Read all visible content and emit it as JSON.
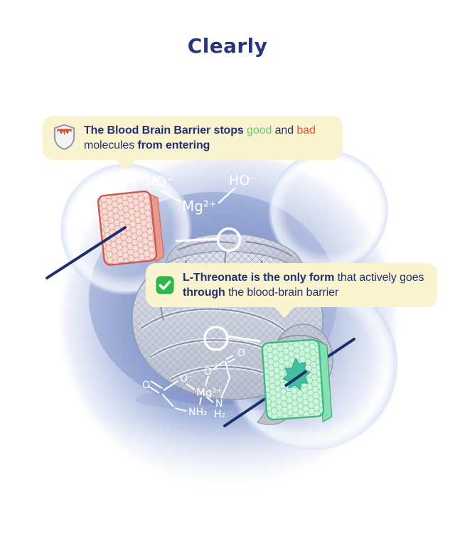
{
  "brand": {
    "logo_text": "Clearly"
  },
  "callouts": {
    "top": {
      "icon": "shield-icon",
      "segments": {
        "s0": "The Blood Brain Barrier stops ",
        "s1": "good",
        "s2": " and ",
        "s3": "bad",
        "s4": " molecules ",
        "s5": "from entering"
      }
    },
    "bottom": {
      "icon": "check-icon",
      "segments": {
        "s0": "L-Threonate is the only form",
        "s1": " that actively goes ",
        "s2": "through",
        "s3": " the blood-brain barrier"
      }
    }
  },
  "chemistry": {
    "top_structure": {
      "hydroxide_left": "HO⁻",
      "hydroxide_right": "HO⁻",
      "magnesium_ion": "Mg²⁺"
    },
    "bottom_structure": {
      "carbonyl_oxygen_left": "O",
      "carboxylate_oxygen_left": "O⁻",
      "carboxylate_oxygen_top": "O⁻",
      "magnesium_ion": "Mg²⁺",
      "carbonyl_oxygen_right": "O",
      "amine_left": "NH₂",
      "amine_right_n": "N",
      "amine_right_h": "H₂"
    }
  },
  "colors": {
    "logo_navy": "#29357D",
    "callout_cream": "#FAF3D0",
    "text_navy": "#213271",
    "good_green": "#62C96E",
    "bad_red": "#E2502F",
    "blocked_barrier_pink": "#CC5A50",
    "open_barrier_green": "#3FBA7E",
    "hole_teal": "#44BFA0",
    "molecule_path_navy": "#1D2F6C",
    "background_blue": "#8A9CCE"
  }
}
